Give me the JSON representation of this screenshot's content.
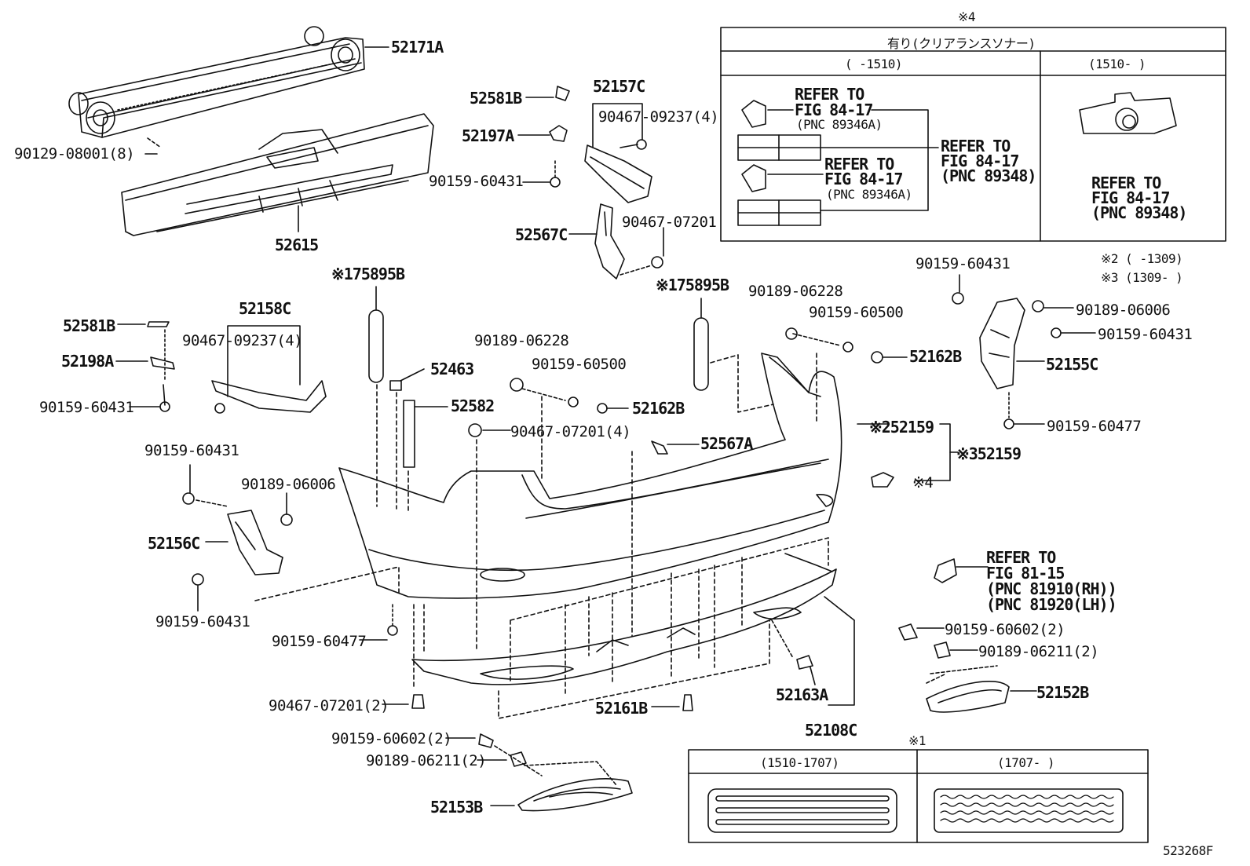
{
  "callouts": {
    "p52171A": "52171A",
    "p90129": "90129-08001(8)",
    "p52615": "52615",
    "p52581B_top": "52581B",
    "p52197A": "52197A",
    "p90159_60431_a": "90159-60431",
    "p52157C": "52157C",
    "p90467_09237_a": "90467-09237(4)",
    "p52567C": "52567C",
    "p90467_07201_a": "90467-07201",
    "p175895B_left": "※175895B",
    "p175895B_right": "※175895B",
    "p52158C": "52158C",
    "p52581B_left": "52581B",
    "p90467_09237_b": "90467-09237(4)",
    "p52198A": "52198A",
    "p90159_60431_b": "90159-60431",
    "p52463": "52463",
    "p52582": "52582",
    "p90189_06228_a": "90189-06228",
    "p90159_60500_a": "90159-60500",
    "p52162B_a": "52162B",
    "p90467_07201_4": "90467-07201(4)",
    "p90189_06228_b": "90189-06228",
    "p90159_60500_b": "90159-60500",
    "p52162B_b": "52162B",
    "p52567A": "52567A",
    "p52159_2": "※252159",
    "p52159_3": "※352159",
    "p_note4": "※4",
    "p90159_60431_c": "90159-60431",
    "p90189_06006_a": "90189-06006",
    "p90159_60431_d": "90159-60431",
    "p52155C": "52155C",
    "p90159_60477_a": "90159-60477",
    "p90159_60431_e": "90159-60431",
    "p90189_06006_b": "90189-06006",
    "p52156C": "52156C",
    "p90159_60431_f": "90159-60431",
    "p90159_60477_b": "90159-60477",
    "p90467_07201_2": "90467-07201(2)",
    "p52161B": "52161B",
    "p52163A": "52163A",
    "p52108C": "52108C",
    "p90159_60602_a": "90159-60602(2)",
    "p90189_06211_a": "90189-06211(2)",
    "p52152B": "52152B",
    "p90159_60602_b": "90159-60602(2)",
    "p90189_06211_b": "90189-06211(2)",
    "p52153B": "52153B"
  },
  "refer_fog": [
    "REFER TO",
    "FIG 81-15",
    "(PNC 81910(RH))",
    "(PNC 81920(LH))"
  ],
  "legend_notes": {
    "n2": "※2 (     -1309)",
    "n3": "※3 (1309-     )"
  },
  "table4": {
    "mark": "※4",
    "title": "有り(クリアランスソナー)",
    "col1": "(     -1510)",
    "col2": "(1510-     )",
    "refer_a": [
      "REFER TO",
      "FIG 84-17",
      "(PNC 89346A)"
    ],
    "refer_b": [
      "REFER TO",
      "FIG 84-17",
      "(PNC 89346A)"
    ],
    "refer_c": [
      "REFER TO",
      "FIG 84-17",
      "(PNC 89348)"
    ],
    "refer_d": [
      "REFER TO",
      "FIG 84-17",
      "(PNC 89348)"
    ]
  },
  "table1": {
    "mark": "※1",
    "col1": "(1510-1707)",
    "col2": "(1707-     )"
  },
  "diagram_id": "523268F"
}
